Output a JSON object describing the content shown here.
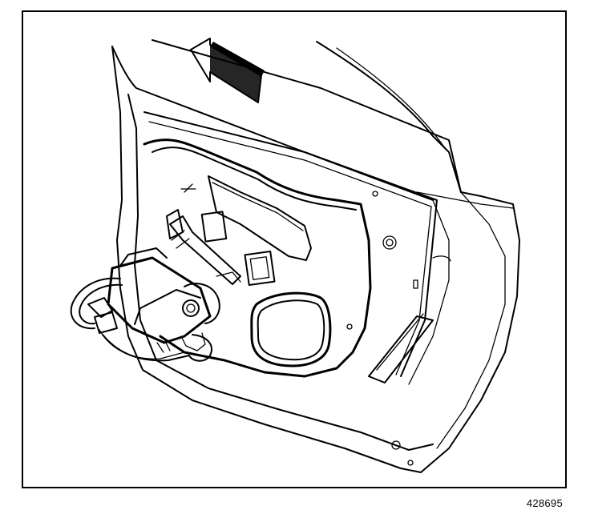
{
  "figure": {
    "id_label": "428695",
    "colors": {
      "line": "#000000",
      "background": "#ffffff"
    },
    "parts": [
      "door-frame",
      "door-inner-panel",
      "window-regulator-motor",
      "wiring-harness",
      "speaker-cover",
      "direction-arrow"
    ]
  }
}
